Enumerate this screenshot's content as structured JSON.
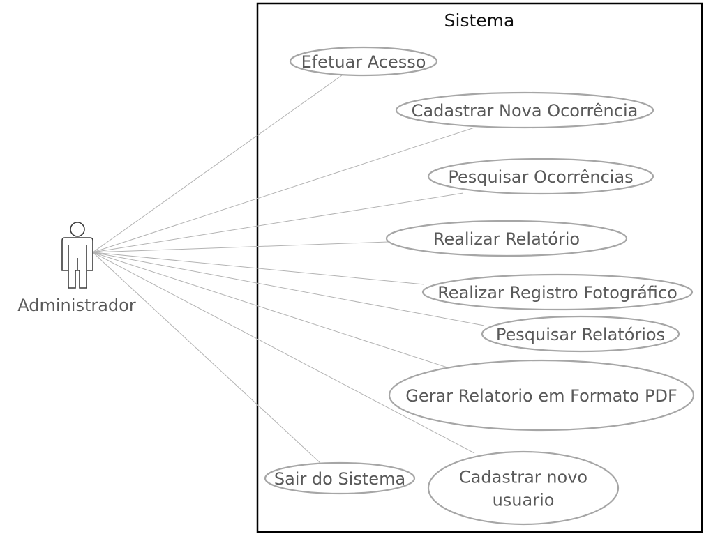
{
  "system": {
    "title": "Sistema"
  },
  "actor": {
    "name": "Administrador",
    "icon": "stick-figure-icon"
  },
  "use_cases": [
    {
      "id": "efetuar-acesso",
      "lines": [
        "Efetuar Acesso"
      ]
    },
    {
      "id": "cadastrar-nova-ocorrencia",
      "lines": [
        "Cadastrar Nova Ocorrência"
      ]
    },
    {
      "id": "pesquisar-ocorrencias",
      "lines": [
        "Pesquisar Ocorrências"
      ]
    },
    {
      "id": "realizar-relatorio",
      "lines": [
        "Realizar Relatório"
      ]
    },
    {
      "id": "realizar-registro-fotografico",
      "lines": [
        "Realizar Registro Fotográfico"
      ]
    },
    {
      "id": "pesquisar-relatorios",
      "lines": [
        "Pesquisar Relatórios"
      ]
    },
    {
      "id": "gerar-relatorio-pdf",
      "lines": [
        "Gerar Relatorio em Formato PDF"
      ]
    },
    {
      "id": "sair-do-sistema",
      "lines": [
        "Sair do Sistema"
      ]
    },
    {
      "id": "cadastrar-novo-usuario",
      "lines": [
        "Cadastrar novo",
        "usuario"
      ]
    }
  ]
}
